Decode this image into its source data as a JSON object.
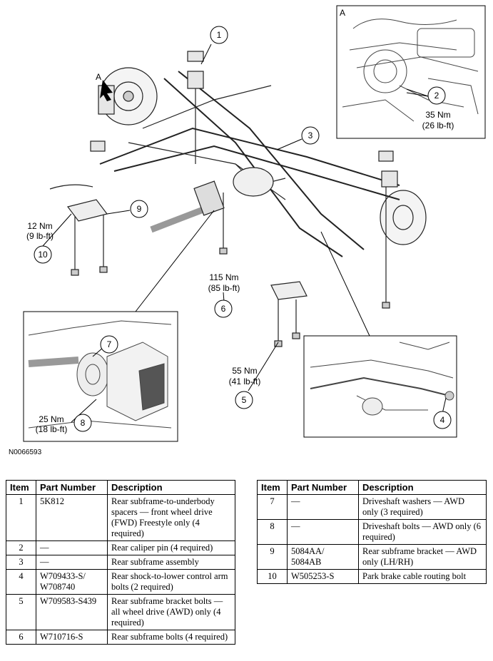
{
  "figure": {
    "id": "N0066593",
    "view_label": "A",
    "arrow_label": "A",
    "callouts": [
      {
        "num": "1"
      },
      {
        "num": "2"
      },
      {
        "num": "3"
      },
      {
        "num": "4"
      },
      {
        "num": "5"
      },
      {
        "num": "6"
      },
      {
        "num": "7"
      },
      {
        "num": "8"
      },
      {
        "num": "9"
      },
      {
        "num": "10"
      }
    ],
    "torques": {
      "t2a": "35 Nm",
      "t2b": "(26 lb-ft)",
      "t10a": "12 Nm",
      "t10b": "(9 lb-ft)",
      "t6a": "115 Nm",
      "t6b": "(85 lb-ft)",
      "t5a": "55 Nm",
      "t5b": "(41 lb-ft)",
      "t8a": "25 Nm",
      "t8b": "(18 lb-ft)"
    }
  },
  "table": {
    "headers": [
      "Item",
      "Part Number",
      "Description"
    ],
    "left_rows": [
      {
        "item": "1",
        "part": "5K812",
        "desc": "Rear subframe-to-underbody spacers — front wheel drive (FWD) Freestyle only (4 required)"
      },
      {
        "item": "2",
        "part": "—",
        "desc": "Rear caliper pin (4 required)"
      },
      {
        "item": "3",
        "part": "—",
        "desc": "Rear subframe assembly"
      },
      {
        "item": "4",
        "part": "W709433-S/ W708740",
        "desc": "Rear shock-to-lower control arm bolts (2 required)"
      },
      {
        "item": "5",
        "part": "W709583-S439",
        "desc": "Rear subframe bracket bolts — all wheel drive (AWD) only (4 required)"
      },
      {
        "item": "6",
        "part": "W710716-S",
        "desc": "Rear subframe bolts (4 required)"
      }
    ],
    "right_rows": [
      {
        "item": "7",
        "part": "—",
        "desc": "Driveshaft washers — AWD only (3 required)"
      },
      {
        "item": "8",
        "part": "—",
        "desc": "Driveshaft bolts — AWD only (6 required)"
      },
      {
        "item": "9",
        "part": "5084AA/ 5084AB",
        "desc": "Rear subframe bracket — AWD only (LH/RH)"
      },
      {
        "item": "10",
        "part": "W505253-S",
        "desc": "Park brake cable routing bolt"
      }
    ]
  }
}
